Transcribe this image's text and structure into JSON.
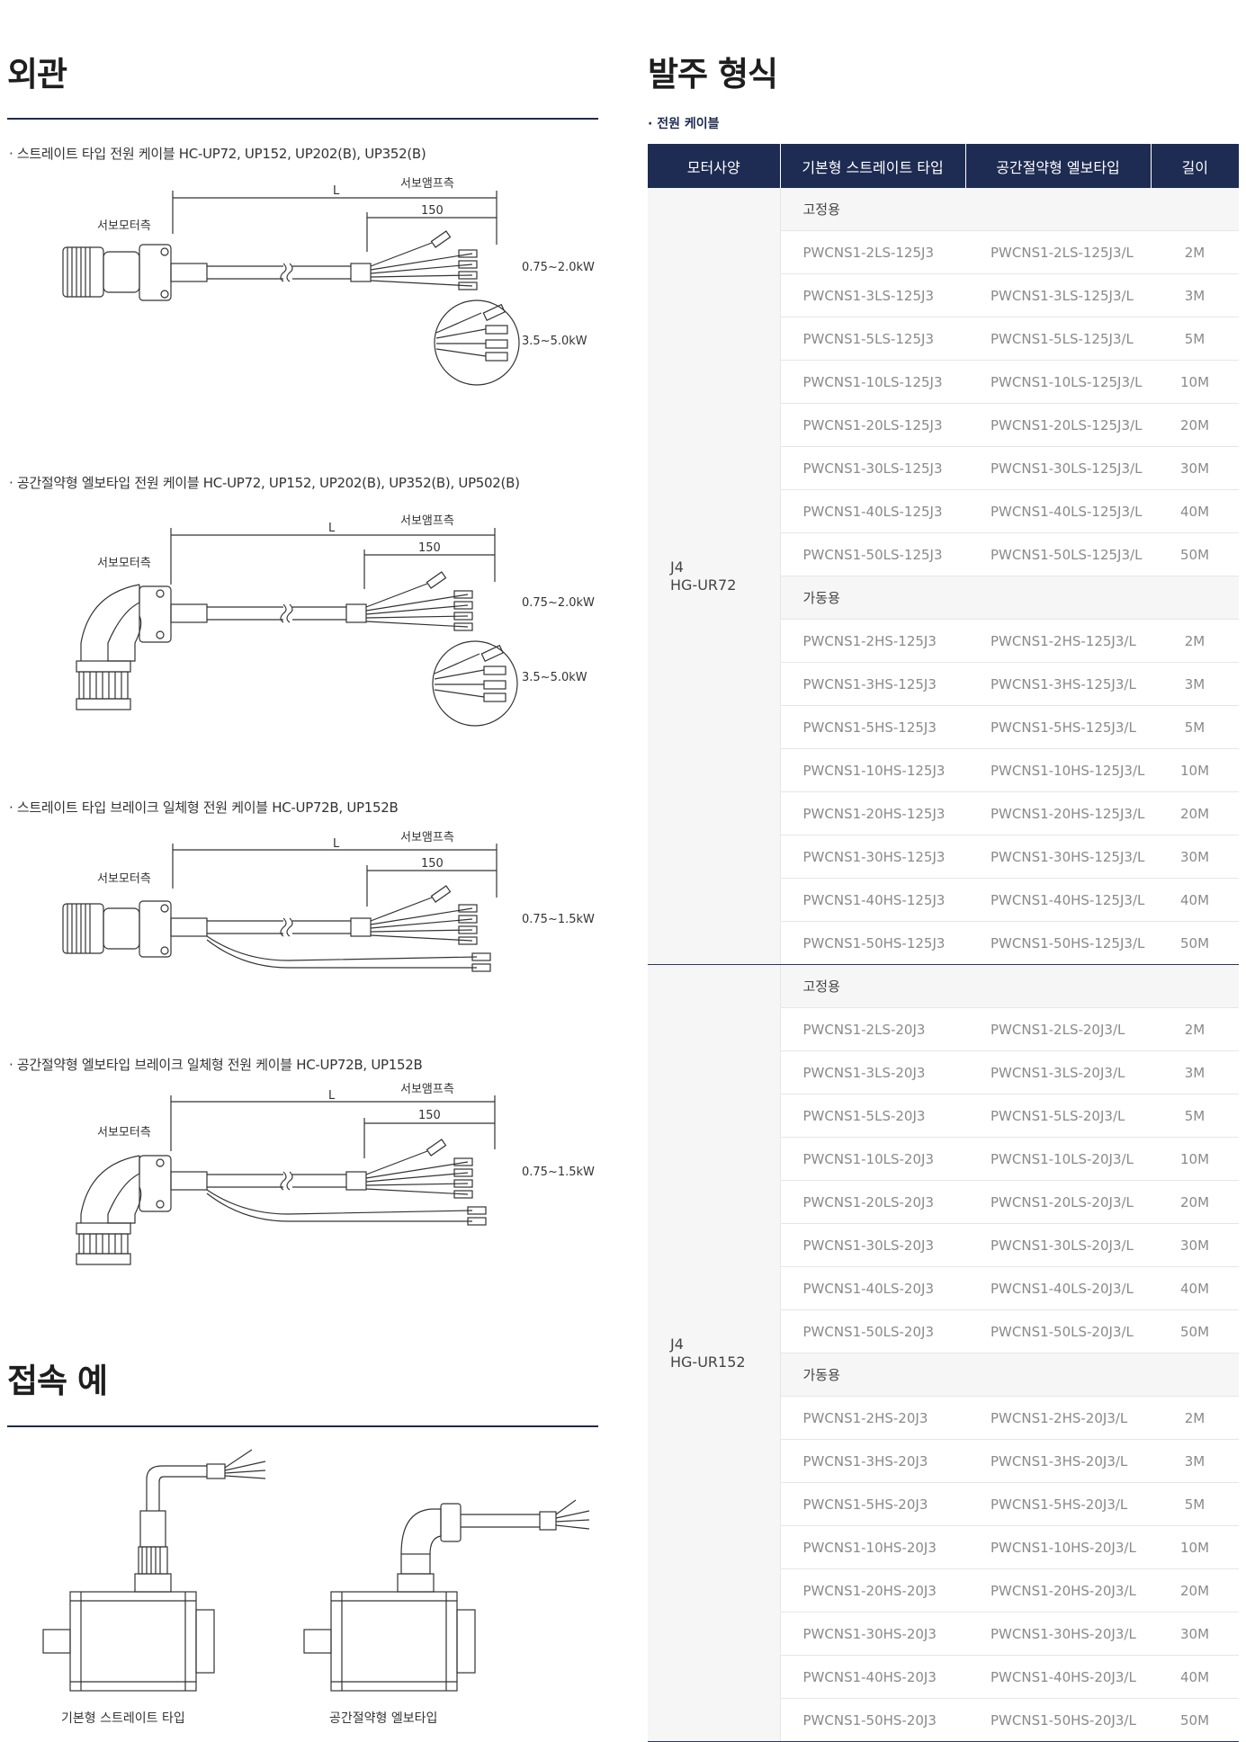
{
  "appearance": {
    "title": "외관",
    "diagrams": [
      {
        "caption": "· 스트레이트 타입 전원 케이블 HC-UP72, UP152, UP202(B), UP352(B)",
        "amp_side": "서보앰프측",
        "motor_side": "서보모터측",
        "length": "L",
        "dim": "150",
        "rating1": "0.75~2.0kW",
        "rating2": "3.5~5.0kW"
      },
      {
        "caption": "· 공간절약형 엘보타입 전원 케이블 HC-UP72, UP152, UP202(B), UP352(B), UP502(B)",
        "amp_side": "서보앰프측",
        "motor_side": "서보모터측",
        "length": "L",
        "dim": "150",
        "rating1": "0.75~2.0kW",
        "rating2": "3.5~5.0kW"
      },
      {
        "caption": "· 스트레이트 타입 브레이크 일체형 전원 케이블 HC-UP72B, UP152B",
        "amp_side": "서보앰프측",
        "motor_side": "서보모터측",
        "length": "L",
        "dim": "150",
        "rating1": "0.75~1.5kW"
      },
      {
        "caption": "· 공간절약형 엘보타입 브레이크 일체형 전원 케이블 HC-UP72B, UP152B",
        "amp_side": "서보앰프측",
        "motor_side": "서보모터측",
        "length": "L",
        "dim": "150",
        "rating1": "0.75~1.5kW"
      }
    ]
  },
  "connection": {
    "title": "접속 예",
    "labels": [
      "기본형 스트레이트 타입",
      "공간절약형 엘보타입"
    ]
  },
  "order": {
    "title": "발주 형식",
    "subtitle": "· 전원 케이블",
    "headers": [
      "모터사양",
      "기본형 스트레이트 타입",
      "공간절약형 엘보타입",
      "길이"
    ],
    "blocks": [
      {
        "motor": [
          "J4",
          "HG-UR72"
        ],
        "groups": [
          {
            "label": "고정용",
            "rows": [
              [
                "PWCNS1-2LS-125J3",
                "PWCNS1-2LS-125J3/L",
                "2M"
              ],
              [
                "PWCNS1-3LS-125J3",
                "PWCNS1-3LS-125J3/L",
                "3M"
              ],
              [
                "PWCNS1-5LS-125J3",
                "PWCNS1-5LS-125J3/L",
                "5M"
              ],
              [
                "PWCNS1-10LS-125J3",
                "PWCNS1-10LS-125J3/L",
                "10M"
              ],
              [
                "PWCNS1-20LS-125J3",
                "PWCNS1-20LS-125J3/L",
                "20M"
              ],
              [
                "PWCNS1-30LS-125J3",
                "PWCNS1-30LS-125J3/L",
                "30M"
              ],
              [
                "PWCNS1-40LS-125J3",
                "PWCNS1-40LS-125J3/L",
                "40M"
              ],
              [
                "PWCNS1-50LS-125J3",
                "PWCNS1-50LS-125J3/L",
                "50M"
              ]
            ]
          },
          {
            "label": "가동용",
            "rows": [
              [
                "PWCNS1-2HS-125J3",
                "PWCNS1-2HS-125J3/L",
                "2M"
              ],
              [
                "PWCNS1-3HS-125J3",
                "PWCNS1-3HS-125J3/L",
                "3M"
              ],
              [
                "PWCNS1-5HS-125J3",
                "PWCNS1-5HS-125J3/L",
                "5M"
              ],
              [
                "PWCNS1-10HS-125J3",
                "PWCNS1-10HS-125J3/L",
                "10M"
              ],
              [
                "PWCNS1-20HS-125J3",
                "PWCNS1-20HS-125J3/L",
                "20M"
              ],
              [
                "PWCNS1-30HS-125J3",
                "PWCNS1-30HS-125J3/L",
                "30M"
              ],
              [
                "PWCNS1-40HS-125J3",
                "PWCNS1-40HS-125J3/L",
                "40M"
              ],
              [
                "PWCNS1-50HS-125J3",
                "PWCNS1-50HS-125J3/L",
                "50M"
              ]
            ]
          }
        ]
      },
      {
        "motor": [
          "J4",
          "HG-UR152"
        ],
        "groups": [
          {
            "label": "고정용",
            "rows": [
              [
                "PWCNS1-2LS-20J3",
                "PWCNS1-2LS-20J3/L",
                "2M"
              ],
              [
                "PWCNS1-3LS-20J3",
                "PWCNS1-3LS-20J3/L",
                "3M"
              ],
              [
                "PWCNS1-5LS-20J3",
                "PWCNS1-5LS-20J3/L",
                "5M"
              ],
              [
                "PWCNS1-10LS-20J3",
                "PWCNS1-10LS-20J3/L",
                "10M"
              ],
              [
                "PWCNS1-20LS-20J3",
                "PWCNS1-20LS-20J3/L",
                "20M"
              ],
              [
                "PWCNS1-30LS-20J3",
                "PWCNS1-30LS-20J3/L",
                "30M"
              ],
              [
                "PWCNS1-40LS-20J3",
                "PWCNS1-40LS-20J3/L",
                "40M"
              ],
              [
                "PWCNS1-50LS-20J3",
                "PWCNS1-50LS-20J3/L",
                "50M"
              ]
            ]
          },
          {
            "label": "가동용",
            "rows": [
              [
                "PWCNS1-2HS-20J3",
                "PWCNS1-2HS-20J3/L",
                "2M"
              ],
              [
                "PWCNS1-3HS-20J3",
                "PWCNS1-3HS-20J3/L",
                "3M"
              ],
              [
                "PWCNS1-5HS-20J3",
                "PWCNS1-5HS-20J3/L",
                "5M"
              ],
              [
                "PWCNS1-10HS-20J3",
                "PWCNS1-10HS-20J3/L",
                "10M"
              ],
              [
                "PWCNS1-20HS-20J3",
                "PWCNS1-20HS-20J3/L",
                "20M"
              ],
              [
                "PWCNS1-30HS-20J3",
                "PWCNS1-30HS-20J3/L",
                "30M"
              ],
              [
                "PWCNS1-40HS-20J3",
                "PWCNS1-40HS-20J3/L",
                "40M"
              ],
              [
                "PWCNS1-50HS-20J3",
                "PWCNS1-50HS-20J3/L",
                "50M"
              ]
            ]
          }
        ]
      }
    ]
  },
  "colors": {
    "navy": "#1e2b52",
    "row_bg": "#f6f6f6",
    "cell_text": "#8a8a8a"
  }
}
